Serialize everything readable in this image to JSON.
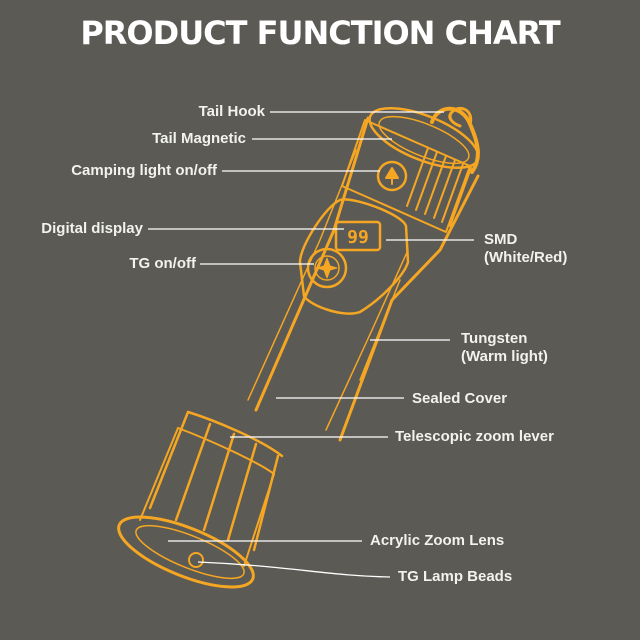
{
  "title": "PRODUCT FUNCTION CHART",
  "display_digits": "99",
  "colors": {
    "background": "#5b5a54",
    "outline": "#f5a623",
    "leader": "#ffffff",
    "text": "#f2f2ee"
  },
  "labels_left": [
    {
      "id": "tail-hook",
      "text": "Tail Hook"
    },
    {
      "id": "tail-magnetic",
      "text": "Tail Magnetic"
    },
    {
      "id": "camping-light",
      "text": "Camping light on/off"
    },
    {
      "id": "digital-display",
      "text": "Digital display"
    },
    {
      "id": "tg-onoff",
      "text": "TG on/off"
    }
  ],
  "labels_right": [
    {
      "id": "smd",
      "lines": [
        "SMD",
        "(White/Red)"
      ]
    },
    {
      "id": "tungsten",
      "lines": [
        "Tungsten",
        "(Warm light)"
      ]
    },
    {
      "id": "sealed-cover",
      "lines": [
        "Sealed Cover"
      ]
    },
    {
      "id": "zoom-lever",
      "lines": [
        "Telescopic zoom lever"
      ]
    },
    {
      "id": "zoom-lens",
      "lines": [
        "Acrylic Zoom Lens"
      ]
    },
    {
      "id": "lamp-beads",
      "lines": [
        "TG Lamp Beads"
      ]
    }
  ]
}
